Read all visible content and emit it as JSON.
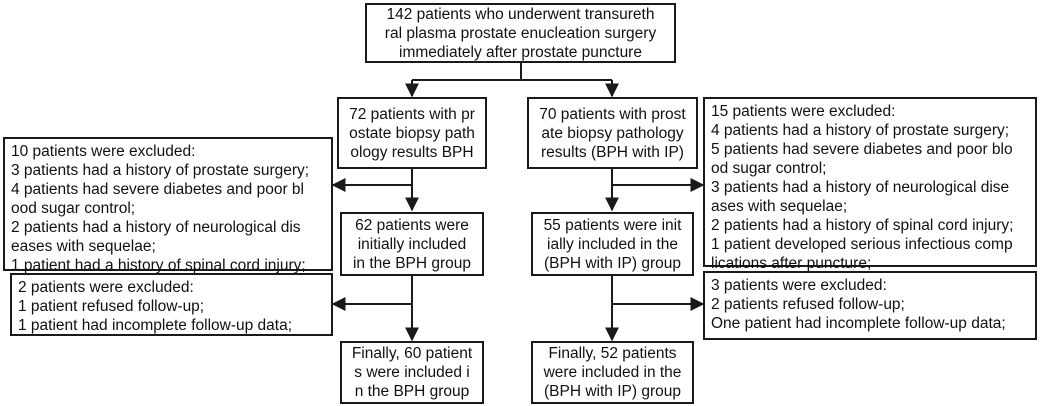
{
  "top": {
    "lines": [
      "142 patients who underwent transureth",
      "ral plasma prostate enucleation surgery",
      "immediately after prostate puncture"
    ]
  },
  "left_branch": {
    "start": {
      "lines": [
        "72 patients with pr",
        "ostate biopsy path",
        "ology results BPH"
      ]
    },
    "exclusion1": {
      "lines": [
        "10 patients were excluded:",
        "3 patients had a history of prostate surgery;",
        "4 patients had severe diabetes and poor bl",
        "ood sugar control;",
        "2 patients had a history of neurological dis",
        "eases with sequelae;",
        "1 patient had a history of spinal cord injury;"
      ]
    },
    "included": {
      "lines": [
        "62 patients were",
        "initially included",
        "in the BPH group"
      ]
    },
    "exclusion2": {
      "lines": [
        "2 patients were excluded:",
        "1 patient refused follow-up;",
        "1 patient had incomplete follow-up data;"
      ]
    },
    "final": {
      "lines": [
        "Finally, 60 patient",
        "s were included i",
        "n the BPH group"
      ]
    }
  },
  "right_branch": {
    "start": {
      "lines": [
        "70 patients with prost",
        "ate biopsy pathology",
        "results (BPH with IP)"
      ]
    },
    "exclusion1": {
      "lines": [
        "15 patients were excluded:",
        "4 patients had a history of prostate surgery;",
        "5 patients had severe diabetes and poor blo",
        "od sugar control;",
        "3 patients had a history of neurological dise",
        "ases with sequelae;",
        "2 patients had a history of spinal cord injury;",
        "1 patient developed serious infectious comp",
        "lications after puncture;"
      ]
    },
    "included": {
      "lines": [
        "55 patients were init",
        "ially included in the",
        "(BPH with IP) group"
      ]
    },
    "exclusion2": {
      "lines": [
        "3 patients were excluded:",
        "2 patients refused follow-up;",
        "One patient had incomplete follow-up data;"
      ]
    },
    "final": {
      "lines": [
        "Finally, 52 patients",
        "were included in the",
        "(BPH with IP) group"
      ]
    }
  }
}
